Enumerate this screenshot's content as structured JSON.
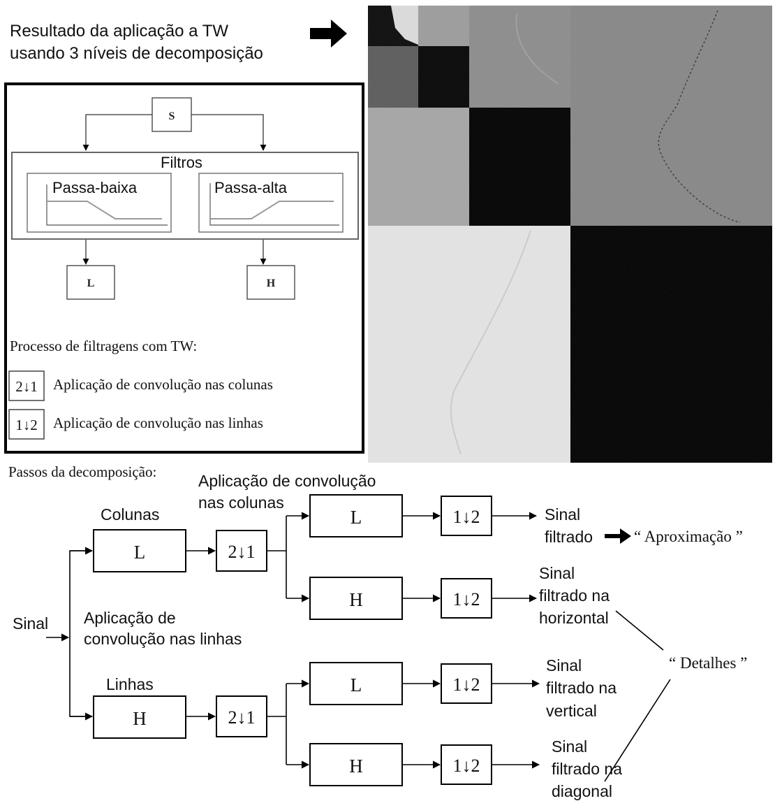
{
  "header": {
    "caption_line1": "Resultado da aplicação a TW",
    "caption_line2": "usando 3 níveis de decomposição"
  },
  "filter_box": {
    "signal_node": "S",
    "filters_title": "Filtros",
    "lowpass_label": "Passa-baixa",
    "highpass_label": "Passa-alta",
    "low_output": "L",
    "high_output": "H"
  },
  "legend": {
    "title": "Processo de filtragens com TW:",
    "columns_symbol": "2↓1",
    "columns_text": "Aplicação de convolução nas colunas",
    "rows_symbol": "1↓2",
    "rows_text": "Aplicação de convolução nas linhas"
  },
  "flow": {
    "steps_title": "Passos da decomposição:",
    "columns_conv_line1": "Aplicação de convolução",
    "columns_conv_line2": "nas colunas",
    "columns_label": "Colunas",
    "input_label": "Sinal",
    "rows_conv_line1": "Aplicação de",
    "rows_conv_line2": "convolução nas linhas",
    "rows_label": "Linhas",
    "top_filter": "L",
    "bottom_filter": "H",
    "col_downsample": "2↓1",
    "row_downsample": "1↓2",
    "stage2_top_top": "L",
    "stage2_top_bottom": "H",
    "stage2_bottom_top": "L",
    "stage2_bottom_bottom": "H",
    "out1_line1": "Sinal",
    "out1_line2": "filtrado",
    "out2_line1": "Sinal",
    "out2_line2": "filtrado na",
    "out2_line3": "horizontal",
    "out3_line1": "Sinal",
    "out3_line2": "filtrado na",
    "out3_line3": "vertical",
    "out4_line1": "Sinal",
    "out4_line2": "filtrado na",
    "out4_line3": "diagonal",
    "approximation_label": "“ Aproximação ”",
    "details_label": "“ Detalhes ”"
  }
}
